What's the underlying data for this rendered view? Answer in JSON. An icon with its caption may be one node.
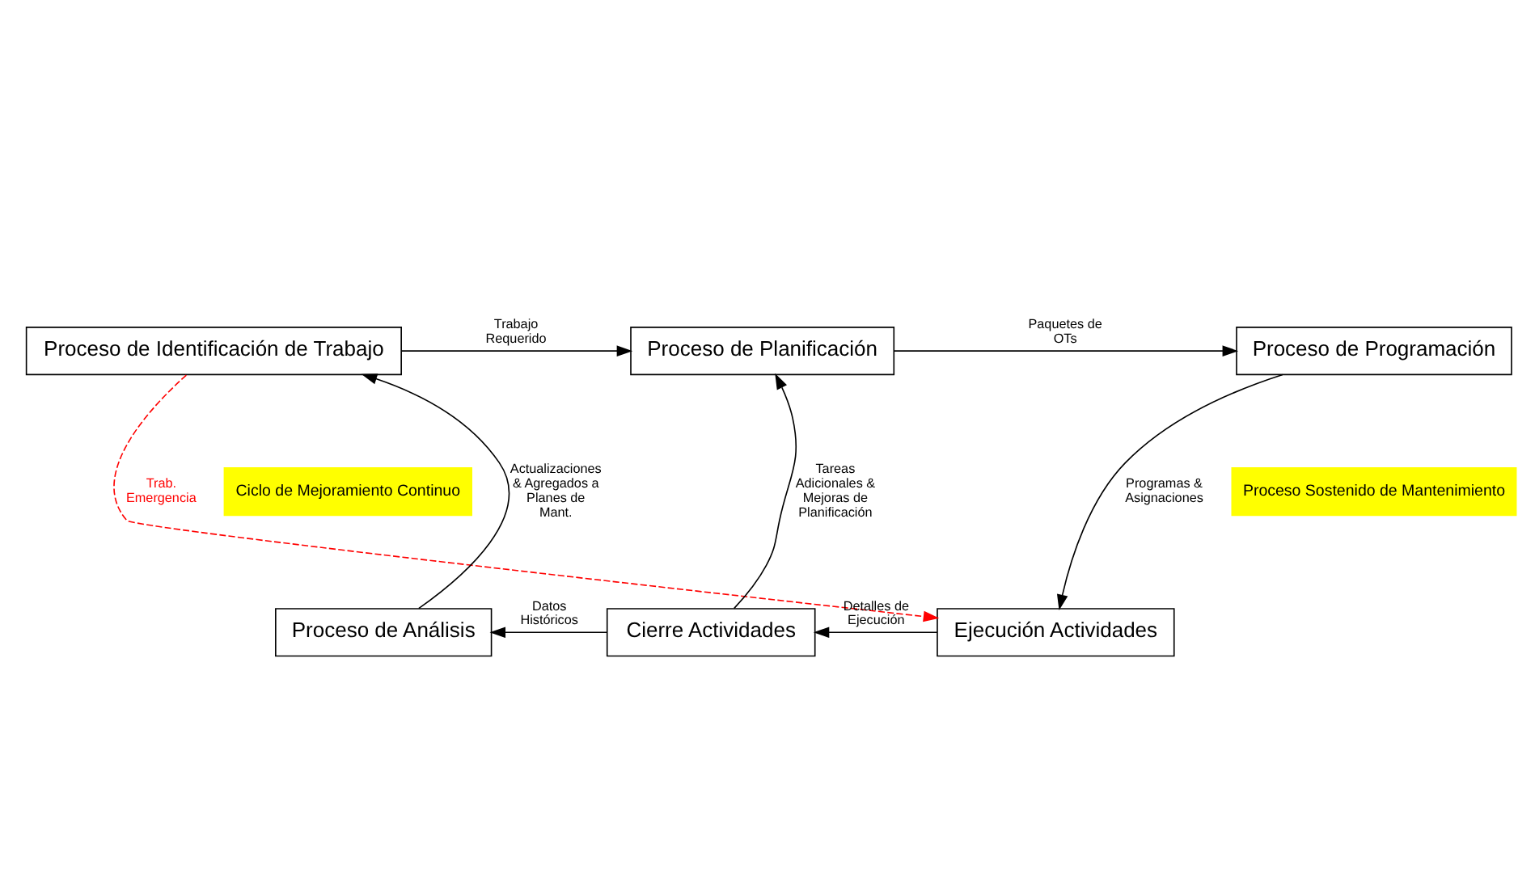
{
  "diagram": {
    "nodes": [
      {
        "text": [
          "Proceso de Identificación de Trabajo"
        ]
      },
      {
        "text": [
          "Proceso de Planificación"
        ]
      },
      {
        "text": [
          "Proceso de Programación"
        ]
      },
      {
        "text": [
          "Proceso de Análisis"
        ]
      },
      {
        "text": [
          "Cierre Actividades"
        ]
      },
      {
        "text": [
          "Ejecución Actividades"
        ]
      },
      {
        "text": [
          "Ciclo de Mejoramiento Continuo"
        ]
      },
      {
        "text": [
          "Proceso Sostenido de Mantenimiento"
        ]
      }
    ],
    "edges": [
      {
        "from": 0,
        "to": 1,
        "arrow": "to",
        "label": "Trabajo Requerido"
      },
      {
        "from": 1,
        "to": 2,
        "arrow": "to",
        "label": "Paquetes de OTs"
      },
      {
        "from": 2,
        "to": 5,
        "arrow": "to",
        "label": "Programas & Asignaciones"
      },
      {
        "from": 5,
        "to": 4,
        "arrow": "to",
        "label": "Detalles de Ejecución"
      },
      {
        "from": 4,
        "to": 3,
        "arrow": "to",
        "label": "Datos Históricos"
      },
      {
        "from": 3,
        "to": 0,
        "arrow": "to",
        "label": "Actualizaciones & Agregados a Planes de Mant."
      },
      {
        "from": 4,
        "to": 1,
        "arrow": "to",
        "label": "Tareas Adicionales & Mejoras de Planificación"
      },
      {
        "from": 0,
        "to": 5,
        "arrow": "to",
        "label": "Trab. Emergencia",
        "style": "dashed",
        "color": "#ff0000"
      }
    ]
  }
}
